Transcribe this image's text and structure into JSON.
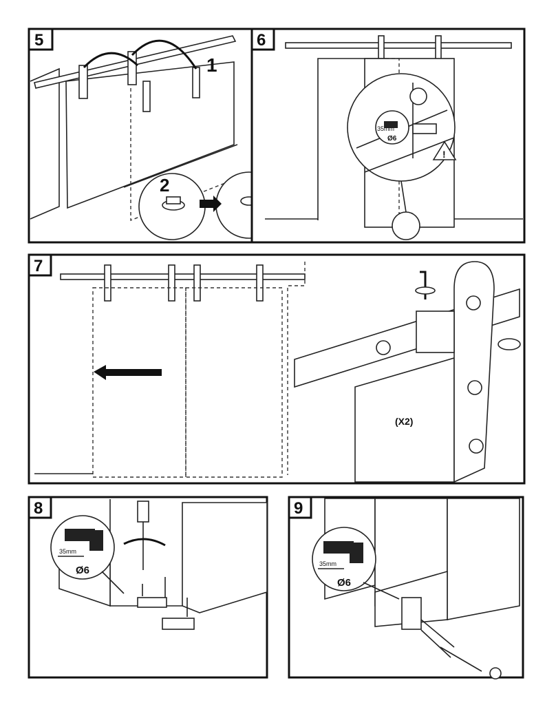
{
  "steps": [
    {
      "number": "5",
      "callouts": [
        "1",
        "2"
      ]
    },
    {
      "number": "6",
      "drill_depth": "35mm",
      "drill_diameter": "Ø6"
    },
    {
      "number": "7",
      "quantity": "(X2)"
    },
    {
      "number": "8",
      "drill_depth": "35mm",
      "drill_diameter": "Ø6"
    },
    {
      "number": "9",
      "drill_depth": "35mm",
      "drill_diameter": "Ø6"
    }
  ]
}
